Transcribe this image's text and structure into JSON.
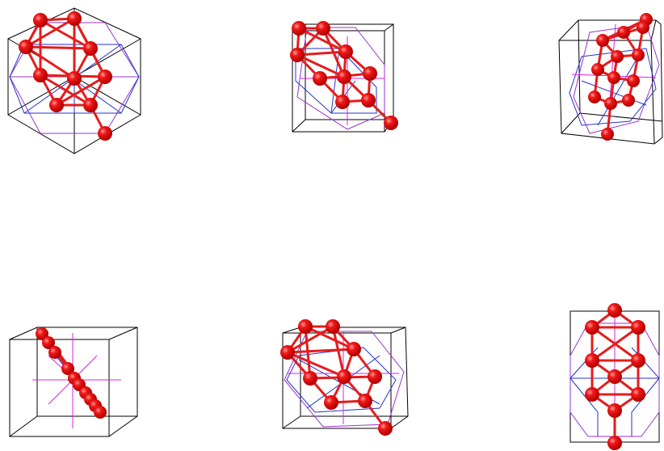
{
  "figure": {
    "panels": [
      {
        "id": "panel-1"
      },
      {
        "id": "panel-2"
      },
      {
        "id": "panel-3"
      },
      {
        "id": "panel-4"
      },
      {
        "id": "panel-5"
      },
      {
        "id": "panel-6"
      }
    ]
  },
  "colors": {
    "cube_edge": "#000000",
    "atom": "#e8141b",
    "atom_highlight": "#ff9a9a",
    "bond": "#e51c1c",
    "plane_blue": "#2233cc",
    "plane_purple": "#9933cc",
    "axis_magenta": "#e020e0"
  }
}
